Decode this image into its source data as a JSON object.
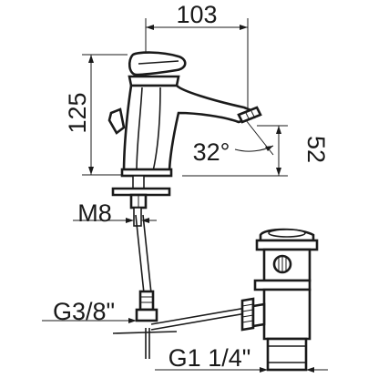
{
  "dimensions": {
    "width_top": "103",
    "height_left": "125",
    "spout_angle": "32°",
    "spout_height": "52",
    "thread_m8": "M8",
    "hose_thread": "G3/8\"",
    "waste_thread": "G1 1/4\""
  },
  "colors": {
    "ink": "#1a1a1a",
    "background": "#ffffff"
  }
}
